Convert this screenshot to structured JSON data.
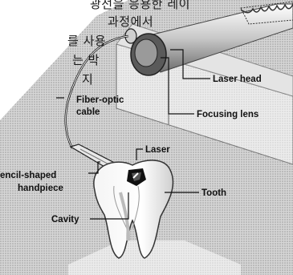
{
  "korean_text": {
    "line1": "광선을 응용한 레이",
    "line2": "과정에서",
    "line3": "를 사용",
    "line4": "는 박",
    "line5": "지"
  },
  "labels": {
    "laser_head": "Laser head",
    "fiber_optic_cable_1": "Fiber-optic",
    "fiber_optic_cable_2": "cable",
    "focusing_lens": "Focusing lens",
    "laser": "Laser",
    "pencil_shaped_1": "encil-shaped",
    "pencil_shaped_2": "handpiece",
    "tooth": "Tooth",
    "cavity": "Cavity"
  }
}
